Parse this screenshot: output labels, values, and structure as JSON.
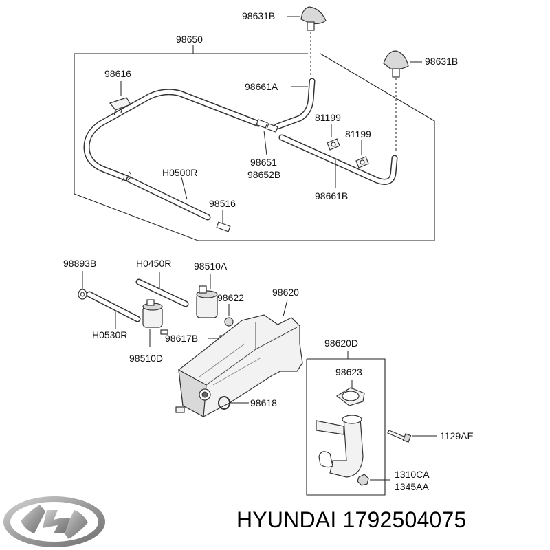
{
  "diagram": {
    "labels": {
      "p98631B_top": "98631B",
      "p98650": "98650",
      "p98631B_right": "98631B",
      "p98616": "98616",
      "p98661A": "98661A",
      "p81199_a": "81199",
      "p81199_b": "81199",
      "p98651": "98651",
      "p98652B": "98652B",
      "pH0500R": "H0500R",
      "p98661B": "98661B",
      "p98516": "98516",
      "p98893B": "98893B",
      "pH0450R": "H0450R",
      "p98510A": "98510A",
      "p98620": "98620",
      "p98622": "98622",
      "pH0530R": "H0530R",
      "p98617B": "98617B",
      "p98510D": "98510D",
      "p98620D": "98620D",
      "p98623": "98623",
      "p98618": "98618",
      "p1129AE": "1129AE",
      "p1310CA": "1310CA",
      "p1345AA": "1345AA"
    }
  },
  "brand": {
    "logo_icon": "hyundai-logo-icon",
    "caption": "HYUNDAI 1792504075"
  },
  "colors": {
    "line": "#222222",
    "part_fill": "#f2f2f2",
    "logo_gray": "#9a9a9a"
  }
}
